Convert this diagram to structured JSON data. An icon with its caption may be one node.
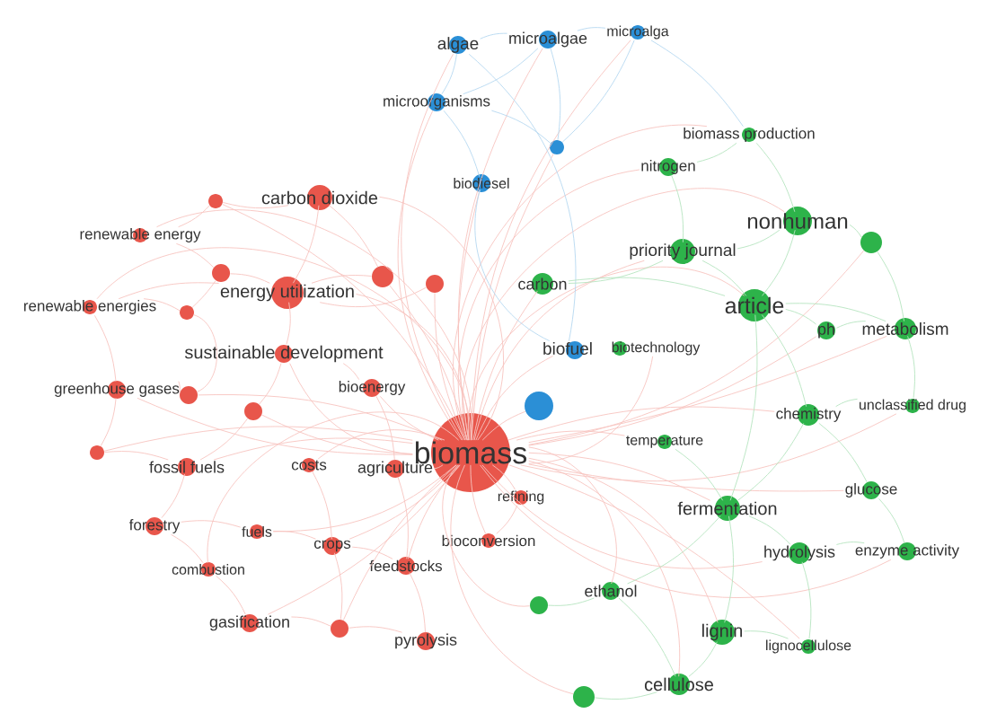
{
  "diagram": {
    "nodes": [
      {
        "text": [
          "microalga"
        ]
      },
      {
        "text": [
          "microalgae"
        ]
      },
      {
        "text": [
          "algae"
        ]
      },
      {
        "text": [
          "microorganisms"
        ]
      },
      {
        "text": [
          "biomass production"
        ]
      },
      {
        "text": [],
        "shape": "circle"
      },
      {
        "text": [
          "nitrogen"
        ]
      },
      {
        "text": [
          "biodiesel"
        ]
      },
      {
        "text": [],
        "shape": "circle"
      },
      {
        "text": [
          "carbon dioxide"
        ]
      },
      {
        "text": [
          "nonhuman"
        ]
      },
      {
        "text": [
          "renewable energy"
        ]
      },
      {
        "text": [],
        "shape": "circle"
      },
      {
        "text": [
          "priority journal"
        ]
      },
      {
        "text": [],
        "shape": "circle"
      },
      {
        "text": [],
        "shape": "circle"
      },
      {
        "text": [],
        "shape": "circle"
      },
      {
        "text": [
          "carbon"
        ]
      },
      {
        "text": [
          "energy utilization"
        ]
      },
      {
        "text": [
          "article"
        ]
      },
      {
        "text": [
          "renewable energies"
        ]
      },
      {
        "text": [],
        "shape": "circle"
      },
      {
        "text": [
          "metabolism"
        ]
      },
      {
        "text": [
          "ph"
        ]
      },
      {
        "text": [
          "biofuel"
        ]
      },
      {
        "text": [
          "biotechnology"
        ]
      },
      {
        "text": [
          "sustainable development"
        ]
      },
      {
        "text": [
          "bioenergy"
        ]
      },
      {
        "text": [
          "greenhouse gases"
        ]
      },
      {
        "text": [],
        "shape": "circle"
      },
      {
        "text": [
          "unclassified drug"
        ]
      },
      {
        "text": [],
        "shape": "circle"
      },
      {
        "text": [],
        "shape": "circle"
      },
      {
        "text": [
          "chemistry"
        ]
      },
      {
        "text": [
          "temperature"
        ]
      },
      {
        "text": [
          "biomass"
        ]
      },
      {
        "text": [],
        "shape": "circle"
      },
      {
        "text": [
          "fossil fuels"
        ]
      },
      {
        "text": [
          "costs"
        ]
      },
      {
        "text": [
          "agriculture"
        ]
      },
      {
        "text": [
          "glucose"
        ]
      },
      {
        "text": [
          "refining"
        ]
      },
      {
        "text": [
          "fermentation"
        ]
      },
      {
        "text": [
          "forestry"
        ]
      },
      {
        "text": [
          "fuels"
        ]
      },
      {
        "text": [
          "bioconversion"
        ]
      },
      {
        "text": [
          "crops"
        ]
      },
      {
        "text": [
          "enzyme activity"
        ]
      },
      {
        "text": [
          "hydrolysis"
        ]
      },
      {
        "text": [
          "feedstocks"
        ]
      },
      {
        "text": [
          "combustion"
        ]
      },
      {
        "text": [
          "ethanol"
        ]
      },
      {
        "text": [],
        "shape": "circle"
      },
      {
        "text": [
          "gasification"
        ]
      },
      {
        "text": [],
        "shape": "circle"
      },
      {
        "text": [
          "lignin"
        ]
      },
      {
        "text": [
          "pyrolysis"
        ]
      },
      {
        "text": [
          "lignocellulose"
        ]
      },
      {
        "text": [
          "cellulose"
        ]
      },
      {
        "text": [],
        "shape": "circle"
      }
    ],
    "edges": [
      {
        "from": 35,
        "to": 0,
        "arrow": "none"
      },
      {
        "from": 35,
        "to": 1,
        "arrow": "none"
      },
      {
        "from": 35,
        "to": 2,
        "arrow": "none"
      },
      {
        "from": 35,
        "to": 3,
        "arrow": "none"
      },
      {
        "from": 35,
        "to": 4,
        "arrow": "none"
      },
      {
        "from": 35,
        "to": 5,
        "arrow": "none"
      },
      {
        "from": 35,
        "to": 6,
        "arrow": "none"
      },
      {
        "from": 35,
        "to": 7,
        "arrow": "none"
      },
      {
        "from": 35,
        "to": 8,
        "arrow": "none"
      },
      {
        "from": 35,
        "to": 9,
        "arrow": "none"
      },
      {
        "from": 35,
        "to": 10,
        "arrow": "none"
      },
      {
        "from": 35,
        "to": 11,
        "arrow": "none"
      },
      {
        "from": 35,
        "to": 12,
        "arrow": "none"
      },
      {
        "from": 35,
        "to": 13,
        "arrow": "none"
      },
      {
        "from": 14,
        "to": 21,
        "arrow": "none"
      },
      {
        "from": 35,
        "to": 15,
        "arrow": "none"
      },
      {
        "from": 35,
        "to": 16,
        "arrow": "none"
      },
      {
        "from": 35,
        "to": 17,
        "arrow": "none"
      },
      {
        "from": 35,
        "to": 18,
        "arrow": "none"
      },
      {
        "from": 35,
        "to": 19,
        "arrow": "none"
      },
      {
        "from": 35,
        "to": 20,
        "arrow": "none"
      },
      {
        "from": 21,
        "to": 29,
        "arrow": "none"
      },
      {
        "from": 35,
        "to": 22,
        "arrow": "none"
      },
      {
        "from": 35,
        "to": 23,
        "arrow": "none"
      },
      {
        "from": 35,
        "to": 24,
        "arrow": "none"
      },
      {
        "from": 35,
        "to": 25,
        "arrow": "none"
      },
      {
        "from": 35,
        "to": 26,
        "arrow": "none"
      },
      {
        "from": 35,
        "to": 27,
        "arrow": "none"
      },
      {
        "from": 35,
        "to": 28,
        "arrow": "none"
      },
      {
        "from": 35,
        "to": 29,
        "arrow": "none"
      },
      {
        "from": 35,
        "to": 30,
        "arrow": "none"
      },
      {
        "from": 35,
        "to": 31,
        "arrow": "none"
      },
      {
        "from": 35,
        "to": 32,
        "arrow": "none"
      },
      {
        "from": 35,
        "to": 33,
        "arrow": "none"
      },
      {
        "from": 35,
        "to": 34,
        "arrow": "none"
      },
      {
        "from": 35,
        "to": 36,
        "arrow": "none"
      },
      {
        "from": 35,
        "to": 37,
        "arrow": "none"
      },
      {
        "from": 35,
        "to": 38,
        "arrow": "none"
      },
      {
        "from": 35,
        "to": 39,
        "arrow": "none"
      },
      {
        "from": 35,
        "to": 40,
        "arrow": "none"
      },
      {
        "from": 35,
        "to": 41,
        "arrow": "none"
      },
      {
        "from": 35,
        "to": 42,
        "arrow": "none"
      },
      {
        "from": 43,
        "to": 44,
        "arrow": "none"
      },
      {
        "from": 35,
        "to": 44,
        "arrow": "none"
      },
      {
        "from": 35,
        "to": 45,
        "arrow": "none"
      },
      {
        "from": 35,
        "to": 46,
        "arrow": "none"
      },
      {
        "from": 35,
        "to": 47,
        "arrow": "none"
      },
      {
        "from": 35,
        "to": 48,
        "arrow": "none"
      },
      {
        "from": 35,
        "to": 49,
        "arrow": "none"
      },
      {
        "from": 35,
        "to": 50,
        "arrow": "none"
      },
      {
        "from": 35,
        "to": 51,
        "arrow": "none"
      },
      {
        "from": 35,
        "to": 52,
        "arrow": "none"
      },
      {
        "from": 35,
        "to": 53,
        "arrow": "none"
      },
      {
        "from": 35,
        "to": 54,
        "arrow": "none"
      },
      {
        "from": 35,
        "to": 55,
        "arrow": "none"
      },
      {
        "from": 46,
        "to": 54,
        "arrow": "none"
      },
      {
        "from": 35,
        "to": 57,
        "arrow": "none"
      },
      {
        "from": 35,
        "to": 58,
        "arrow": "none"
      },
      {
        "from": 35,
        "to": 59,
        "arrow": "none"
      },
      {
        "from": 2,
        "to": 1,
        "arrow": "none"
      },
      {
        "from": 1,
        "to": 0,
        "arrow": "none"
      },
      {
        "from": 2,
        "to": 3,
        "arrow": "none"
      },
      {
        "from": 1,
        "to": 3,
        "arrow": "none"
      },
      {
        "from": 3,
        "to": 7,
        "arrow": "none"
      },
      {
        "from": 0,
        "to": 5,
        "arrow": "none"
      },
      {
        "from": 1,
        "to": 5,
        "arrow": "none"
      },
      {
        "from": 3,
        "to": 5,
        "arrow": "none"
      },
      {
        "from": 7,
        "to": 24,
        "arrow": "none"
      },
      {
        "from": 2,
        "to": 24,
        "arrow": "none"
      },
      {
        "from": 0,
        "to": 4,
        "arrow": "none"
      },
      {
        "from": 4,
        "to": 6,
        "arrow": "none"
      },
      {
        "from": 4,
        "to": 10,
        "arrow": "none"
      },
      {
        "from": 6,
        "to": 13,
        "arrow": "none"
      },
      {
        "from": 10,
        "to": 13,
        "arrow": "none"
      },
      {
        "from": 10,
        "to": 19,
        "arrow": "none"
      },
      {
        "from": 10,
        "to": 12,
        "arrow": "none"
      },
      {
        "from": 12,
        "to": 22,
        "arrow": "none"
      },
      {
        "from": 13,
        "to": 19,
        "arrow": "none"
      },
      {
        "from": 13,
        "to": 17,
        "arrow": "none"
      },
      {
        "from": 19,
        "to": 23,
        "arrow": "none"
      },
      {
        "from": 19,
        "to": 22,
        "arrow": "none"
      },
      {
        "from": 19,
        "to": 33,
        "arrow": "none"
      },
      {
        "from": 23,
        "to": 22,
        "arrow": "none"
      },
      {
        "from": 22,
        "to": 30,
        "arrow": "none"
      },
      {
        "from": 33,
        "to": 30,
        "arrow": "none"
      },
      {
        "from": 33,
        "to": 40,
        "arrow": "none"
      },
      {
        "from": 40,
        "to": 47,
        "arrow": "none"
      },
      {
        "from": 48,
        "to": 47,
        "arrow": "none"
      },
      {
        "from": 42,
        "to": 48,
        "arrow": "none"
      },
      {
        "from": 42,
        "to": 55,
        "arrow": "none"
      },
      {
        "from": 55,
        "to": 58,
        "arrow": "none"
      },
      {
        "from": 55,
        "to": 57,
        "arrow": "none"
      },
      {
        "from": 58,
        "to": 59,
        "arrow": "none"
      },
      {
        "from": 51,
        "to": 52,
        "arrow": "none"
      },
      {
        "from": 51,
        "to": 58,
        "arrow": "none"
      },
      {
        "from": 42,
        "to": 51,
        "arrow": "none"
      },
      {
        "from": 19,
        "to": 42,
        "arrow": "none"
      },
      {
        "from": 34,
        "to": 42,
        "arrow": "none"
      },
      {
        "from": 17,
        "to": 19,
        "arrow": "none"
      },
      {
        "from": 48,
        "to": 57,
        "arrow": "none"
      },
      {
        "from": 33,
        "to": 42,
        "arrow": "none"
      },
      {
        "from": 9,
        "to": 8,
        "arrow": "none"
      },
      {
        "from": 9,
        "to": 18,
        "arrow": "none"
      },
      {
        "from": 8,
        "to": 11,
        "arrow": "none"
      },
      {
        "from": 11,
        "to": 14,
        "arrow": "none"
      },
      {
        "from": 14,
        "to": 18,
        "arrow": "none"
      },
      {
        "from": 18,
        "to": 15,
        "arrow": "none"
      },
      {
        "from": 18,
        "to": 16,
        "arrow": "none"
      },
      {
        "from": 18,
        "to": 20,
        "arrow": "none"
      },
      {
        "from": 20,
        "to": 21,
        "arrow": "none"
      },
      {
        "from": 20,
        "to": 28,
        "arrow": "none"
      },
      {
        "from": 18,
        "to": 26,
        "arrow": "none"
      },
      {
        "from": 26,
        "to": 27,
        "arrow": "none"
      },
      {
        "from": 28,
        "to": 29,
        "arrow": "none"
      },
      {
        "from": 28,
        "to": 36,
        "arrow": "none"
      },
      {
        "from": 36,
        "to": 37,
        "arrow": "none"
      },
      {
        "from": 37,
        "to": 43,
        "arrow": "none"
      },
      {
        "from": 43,
        "to": 50,
        "arrow": "none"
      },
      {
        "from": 50,
        "to": 53,
        "arrow": "none"
      },
      {
        "from": 44,
        "to": 46,
        "arrow": "none"
      },
      {
        "from": 46,
        "to": 49,
        "arrow": "none"
      },
      {
        "from": 49,
        "to": 56,
        "arrow": "none"
      },
      {
        "from": 53,
        "to": 54,
        "arrow": "none"
      },
      {
        "from": 54,
        "to": 56,
        "arrow": "none"
      },
      {
        "from": 38,
        "to": 46,
        "arrow": "none"
      },
      {
        "from": 39,
        "to": 49,
        "arrow": "none"
      },
      {
        "from": 26,
        "to": 32,
        "arrow": "none"
      },
      {
        "from": 32,
        "to": 37,
        "arrow": "none"
      },
      {
        "from": 9,
        "to": 15,
        "arrow": "none"
      },
      {
        "from": 41,
        "to": 45,
        "arrow": "none"
      },
      {
        "from": 27,
        "to": 39,
        "arrow": "none"
      }
    ]
  }
}
